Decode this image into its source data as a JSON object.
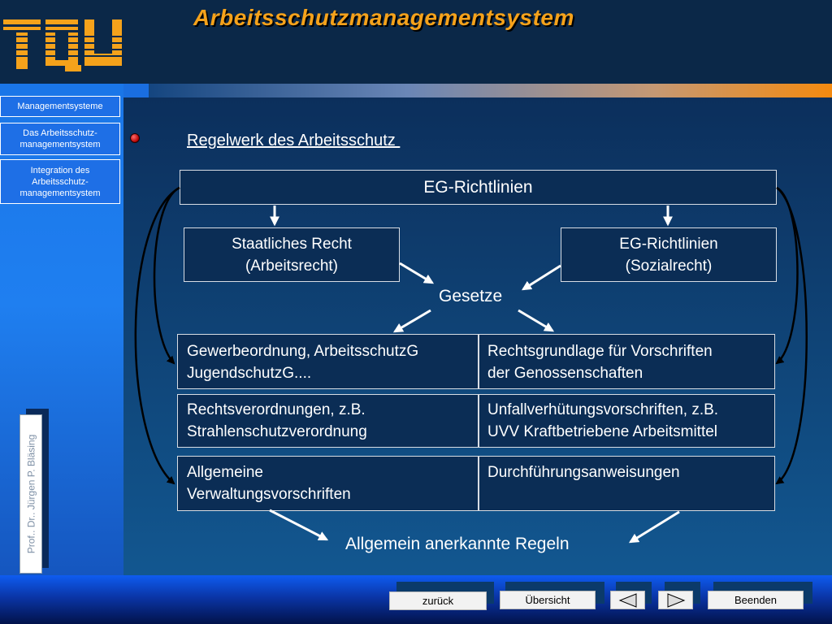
{
  "header": {
    "title": "Arbeitsschutzmanagementsystem",
    "logo_text": "TQU"
  },
  "sidebar": {
    "items": [
      {
        "label": "Managementsysteme"
      },
      {
        "label": "Das Arbeitsschutz-\nmanagementsystem"
      },
      {
        "label": "Integration des\nArbeitsschutz-\nmanagementsystem"
      }
    ],
    "active_indicator": "bullet-icon",
    "author": "Prof.. Dr.. Jürgen P. Bläsing"
  },
  "main": {
    "heading": "Regelwerk des Arbeitsschutz ",
    "top_box": "EG-Richtlinien",
    "left_box": {
      "line1": "Staatliches Recht",
      "line2": "(Arbeitsrecht)"
    },
    "right_box": {
      "line1": "EG-Richtlinien",
      "line2": "(Sozialrecht)"
    },
    "center_label": "Gesetze",
    "table": [
      [
        {
          "line1": "Gewerbeordnung, ArbeitsschutzG",
          "line2": "JugendschutzG...."
        },
        {
          "line1": "Rechtsgrundlage für Vorschriften",
          "line2": "der Genossenschaften"
        }
      ],
      [
        {
          "line1": "Rechtsverordnungen, z.B.",
          "line2": "Strahlenschutzverordnung"
        },
        {
          "line1": "Unfallverhütungsvorschriften, z.B.",
          "line2": "UVV Kraftbetriebene Arbeitsmittel"
        }
      ],
      [
        {
          "line1": "Allgemeine",
          "line2": "Verwaltungsvorschriften"
        },
        {
          "line1": "Durchführungsanweisungen",
          "line2": ""
        }
      ]
    ],
    "bottom_label": "Allgemein anerkannte Regeln"
  },
  "footer": {
    "back_label": "zurück",
    "overview_label": "Übersicht",
    "prev_icon": "triangle-left-icon",
    "next_icon": "triangle-right-icon",
    "end_label": "Beenden"
  },
  "colors": {
    "title": "#f5a21b",
    "logo": "#f5a21b",
    "sidebar": "#1e6fe6",
    "main_bg": "#0c2f5c",
    "box_bg": "#0b2d55",
    "bullet": "#b30000"
  }
}
